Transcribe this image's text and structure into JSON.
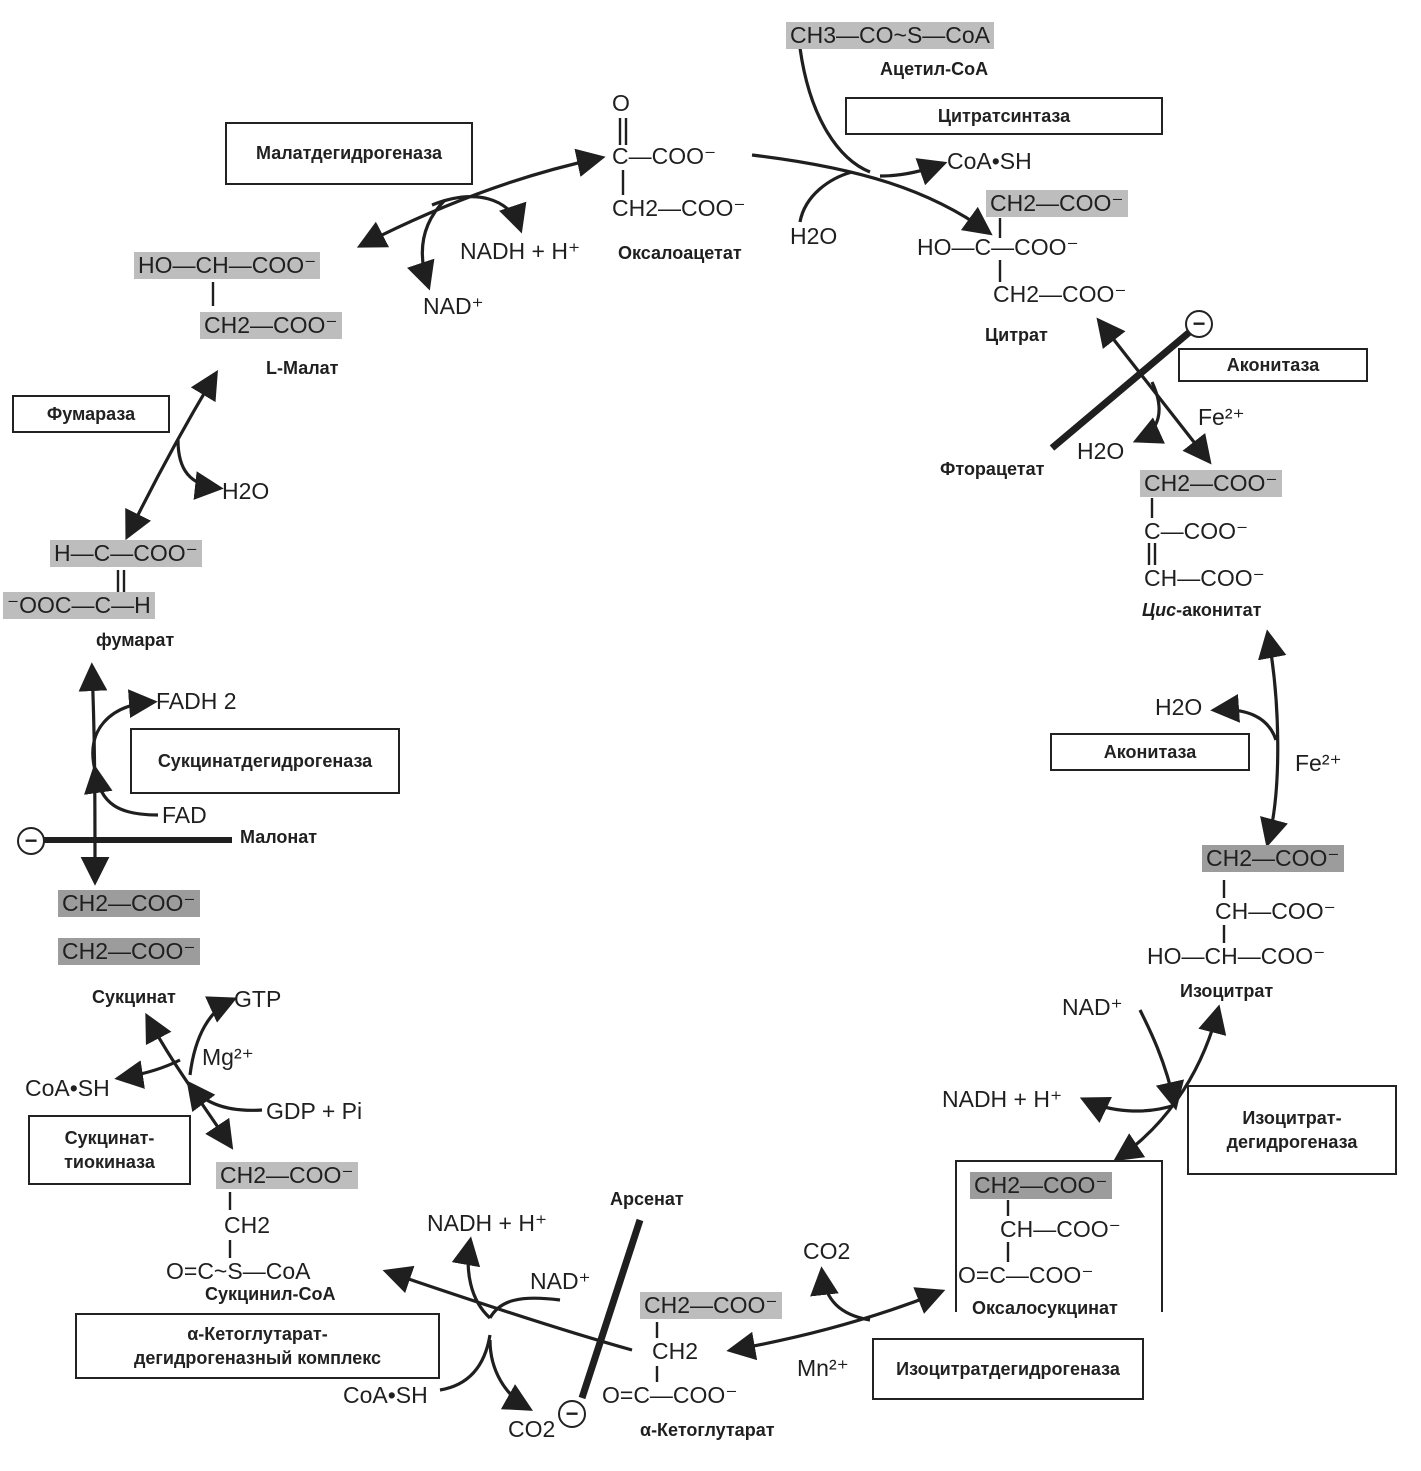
{
  "enzymes": {
    "citrate_synthase": "Цитратсинтаза",
    "malate_dehydrogenase": "Малатдегидрогеназа",
    "aconitase_1": "Аконитаза",
    "aconitase_2": "Аконитаза",
    "fumarase": "Фумараза",
    "succinate_dehydrogenase": "Сукцинатдегидрогеназа",
    "isocitrate_dh_top": "Изоцитрат-",
    "isocitrate_dh_bottom": "дегидрогеназа",
    "isocitrate_dh_2": "Изоцитратдегидрогеназа",
    "akg_complex_top": "α-Кетоглутарат-",
    "akg_complex_bottom": "дегидрогеназный комплекс",
    "succ_thiokinase_top": "Сукцинат-",
    "succ_thiokinase_bottom": "тиокиназа"
  },
  "metabolites": {
    "acetyl_coa": {
      "name": "Ацетил-CoA",
      "formula": "CH3—CO~S—CoA"
    },
    "oxaloacetate": {
      "name": "Оксалоацетат",
      "o": "O",
      "line1": "C—COO⁻",
      "line2": "CH2—COO⁻"
    },
    "citrate": {
      "name": "Цитрат",
      "line1": "CH2—COO⁻",
      "line2": "HO—C—COO⁻",
      "line3": "CH2—COO⁻"
    },
    "cis_aconitate": {
      "name_italic": "Цис",
      "name_rest": "-аконитат",
      "line1": "CH2—COO⁻",
      "line2": "C—COO⁻",
      "line3": "CH—COO⁻"
    },
    "isocitrate": {
      "name": "Изоцитрат",
      "line1": "CH2—COO⁻",
      "line2": "CH—COO⁻",
      "line3": "HO—CH—COO⁻"
    },
    "oxalosuccinate": {
      "name": "Оксалосукцинат",
      "line1": "CH2—COO⁻",
      "line2": "CH—COO⁻",
      "line3": "O=C—COO⁻"
    },
    "alpha_ketoglutarate": {
      "name": "α-Кетоглутарат",
      "line1": "CH2—COO⁻",
      "line2": "CH2",
      "line3": "O=C—COO⁻"
    },
    "succinyl_coa": {
      "name": "Сукцинил-CoA",
      "line1": "CH2—COO⁻",
      "line2": "CH2",
      "line3": "O=C~S—CoA"
    },
    "succinate": {
      "name": "Сукцинат",
      "line1": "CH2—COO⁻",
      "line2": "CH2—COO⁻"
    },
    "fumarate": {
      "name": "фумарат",
      "line1": "H—C—COO⁻",
      "line2": "⁻OOC—C—H"
    },
    "l_malate": {
      "name": "L-Малат",
      "line1": "HO—CH—COO⁻",
      "line2": "CH2—COO⁻"
    }
  },
  "cofactors": {
    "coa_sh_top": "CoA•SH",
    "h2o_citrate": "H2O",
    "nadh_malate": "NADH + H⁺",
    "nad_malate": "NAD⁺",
    "h2o_fumarase": "H2O",
    "fe_aconitase_1": "Fe²⁺",
    "h2o_aconitase_1": "H2O",
    "h2o_aconitase_2": "H2O",
    "fe_aconitase_2": "Fe²⁺",
    "nad_isocitrate": "NAD⁺",
    "nadh_isocitrate": "NADH + H⁺",
    "co2_oxalosuccinate": "CO2",
    "mn": "Mn²⁺",
    "nadh_akg": "NADH + H⁺",
    "nad_akg": "NAD⁺",
    "coa_sh_akg": "CoA•SH",
    "co2_akg": "CO2",
    "gtp": "GTP",
    "mg": "Mg²⁺",
    "gdp": "GDP + Pi",
    "coa_sh_succ": "CoA•SH",
    "fadh2": "FADH 2",
    "fad": "FAD"
  },
  "inhibitors": {
    "fluoroacetate": "Фторацетат",
    "malonate": "Малонат",
    "arsenate": "Арсенат",
    "symbol": "−"
  },
  "colors": {
    "ink": "#1f1f1f",
    "highlight": "#bdbdbd",
    "highlight_dark": "#9c9c9c"
  }
}
